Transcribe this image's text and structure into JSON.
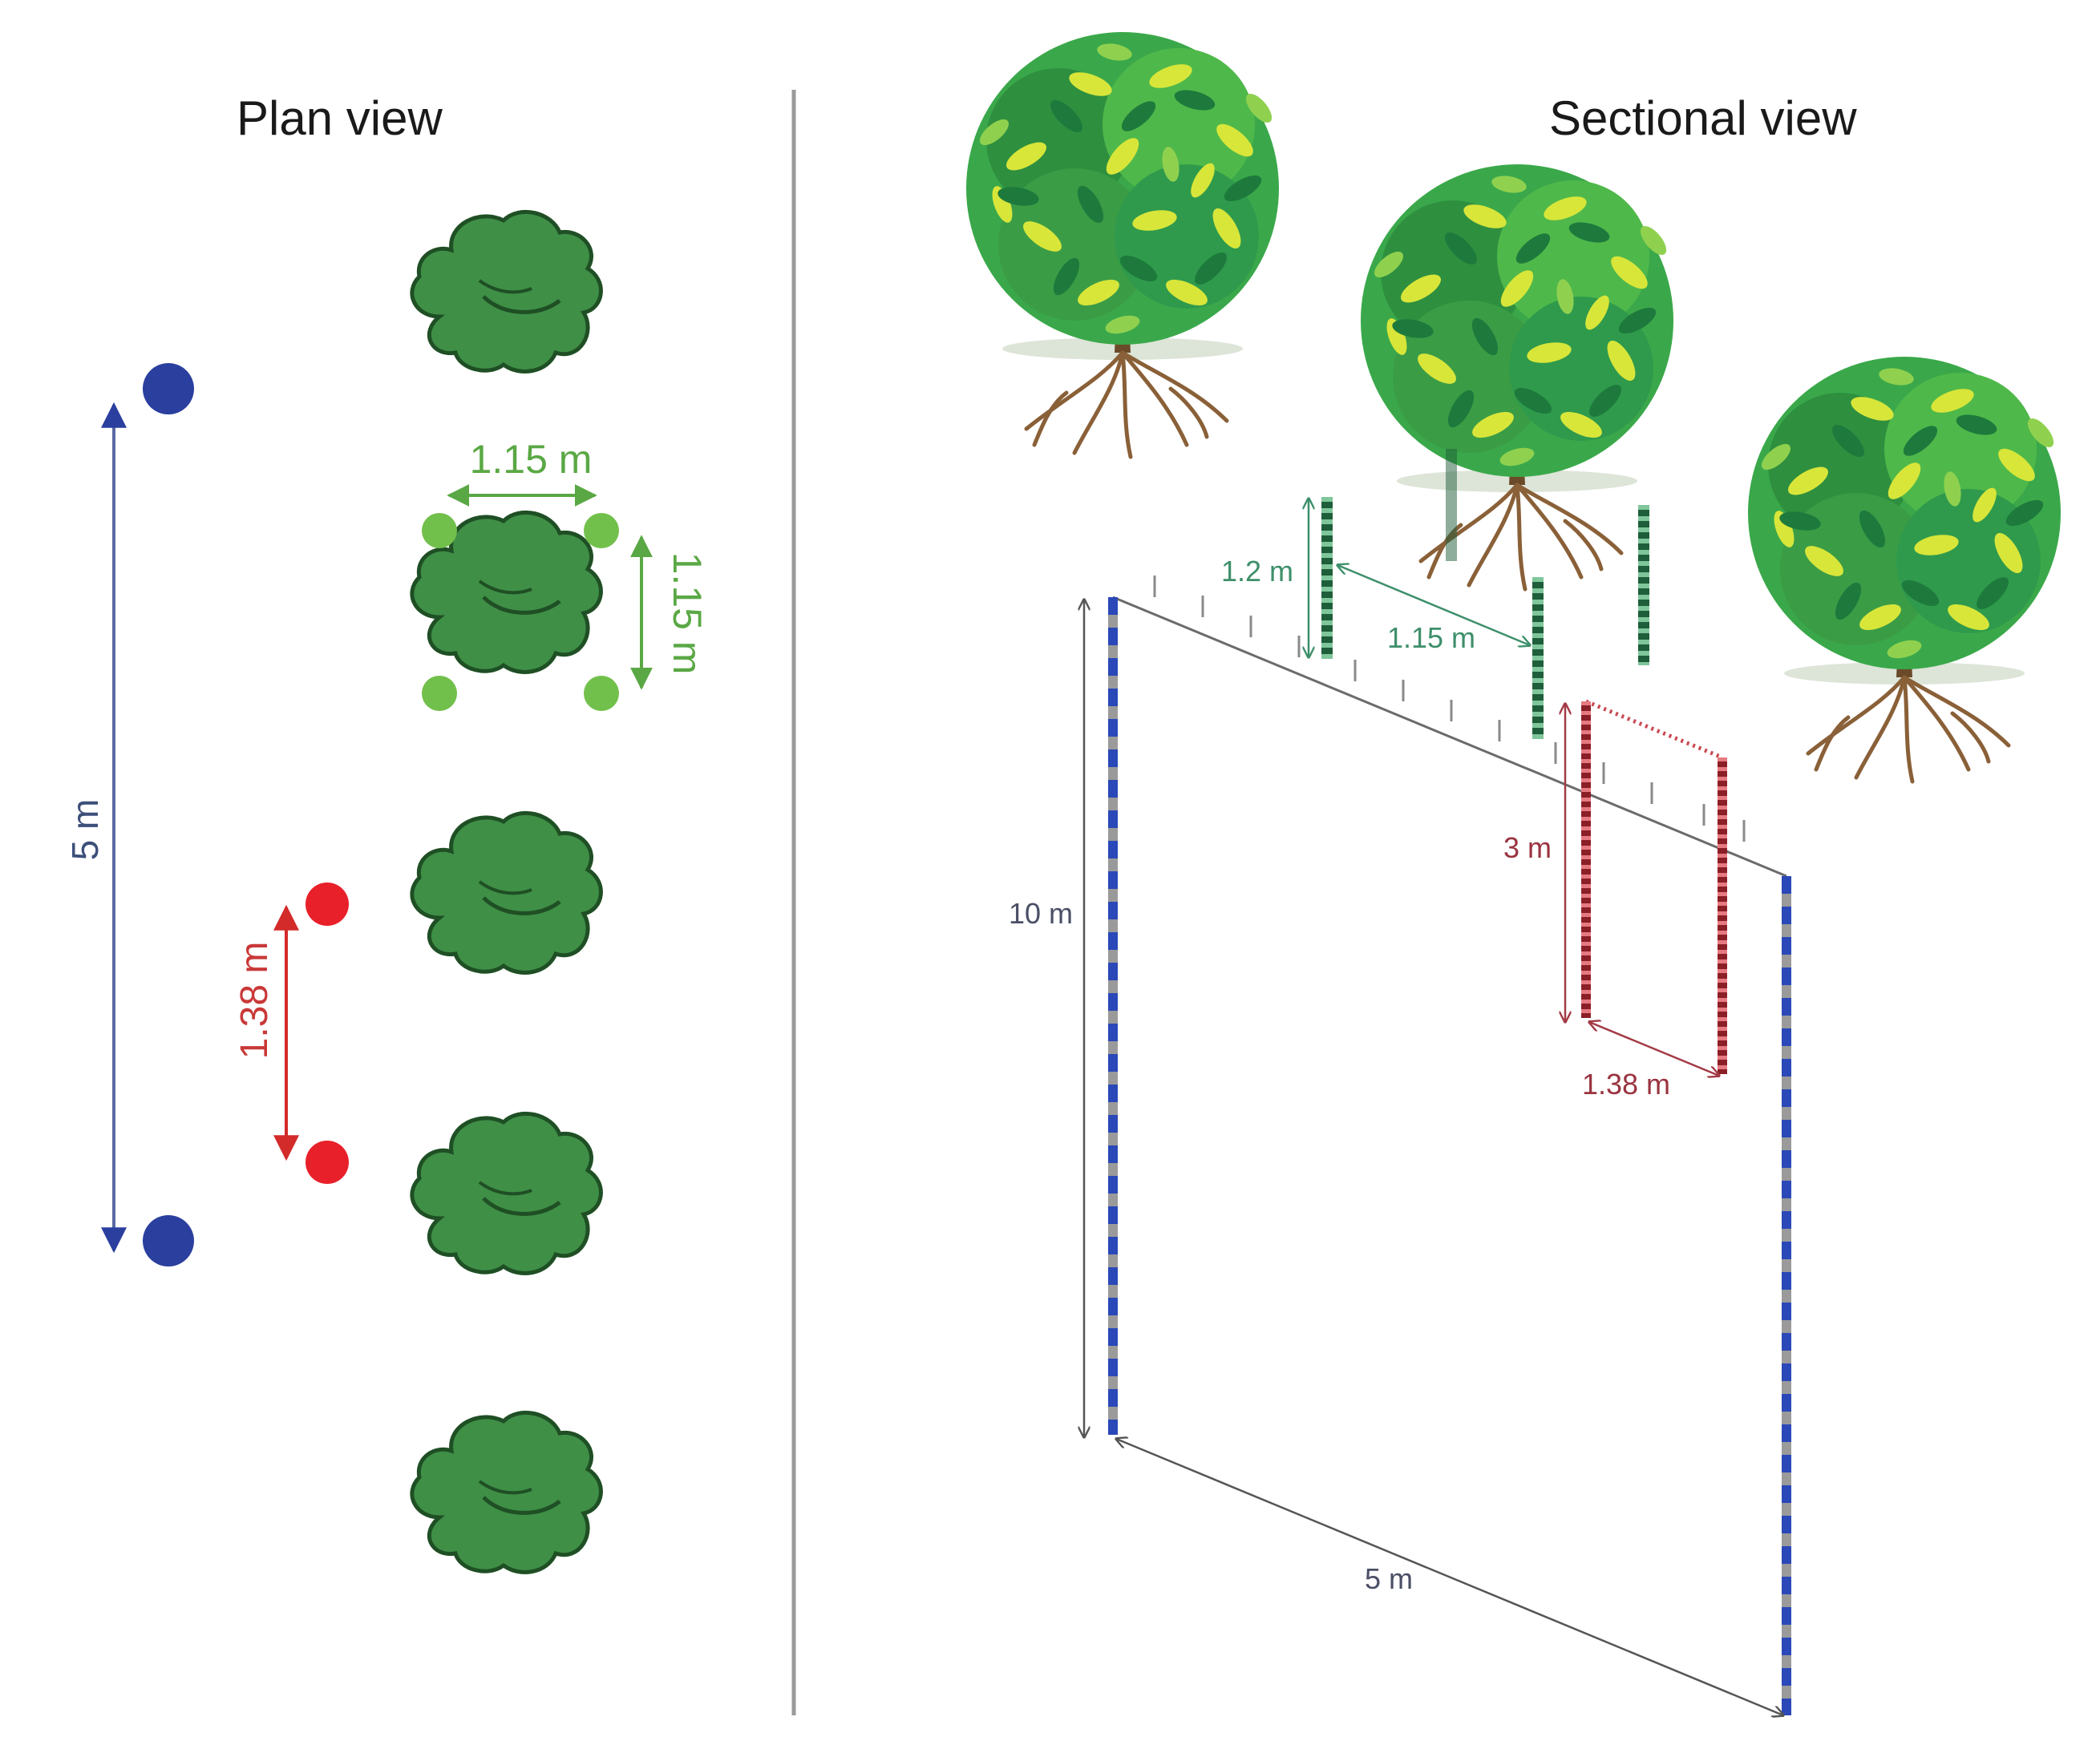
{
  "plan_view": {
    "title": "Plan view",
    "blue_distance_label": "5 m",
    "green_horizontal_label": "1.15 m",
    "green_vertical_label": "1.15 m",
    "red_distance_label": "1.38 m"
  },
  "sectional_view": {
    "title": "Sectional view",
    "green_depth_label": "1.2 m",
    "green_spacing_label": "1.15 m",
    "red_depth_label": "3 m",
    "red_width_label": "1.38 m",
    "blue_depth_label": "10 m",
    "blue_width_label": "5 m"
  },
  "colors": {
    "blue_marker": "#2a3f9e",
    "green_marker": "#72c04c",
    "red_marker": "#e8202a",
    "shrub": "#3f8f47",
    "shrub_outline": "#1f4f24",
    "dimension_blue": "#5b6aa3",
    "dimension_green": "#5aa845",
    "dimension_red": "#c93838",
    "divider": "#9a9a9a"
  }
}
